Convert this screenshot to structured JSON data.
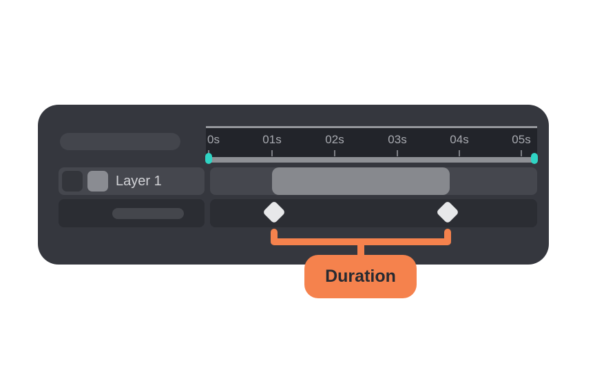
{
  "ruler": {
    "tick_labels": [
      "0s",
      "01s",
      "02s",
      "03s",
      "04s",
      "05s"
    ]
  },
  "layer_panel": {
    "layer_name": "Layer 1",
    "visibility_toggle_icon": "visibility-toggle-icon",
    "lock_toggle_icon": "lock-toggle-icon"
  },
  "keyframes": {
    "icon": "keyframe-diamond-icon",
    "count": 2
  },
  "callout": {
    "label": "Duration"
  },
  "colors": {
    "page_bg": "#ffffff",
    "panel_bg": "#35373e",
    "row_light": "#45474e",
    "row_dark": "#2b2d33",
    "ruler_bg": "#22242a",
    "ruler_bar": "#8e9095",
    "playhead_teal": "#2fd4c4",
    "clip_segment": "#87898e",
    "keyframe_diamond": "#e7e8ea",
    "accent_orange": "#f5824d",
    "badge_text": "#272a31"
  }
}
